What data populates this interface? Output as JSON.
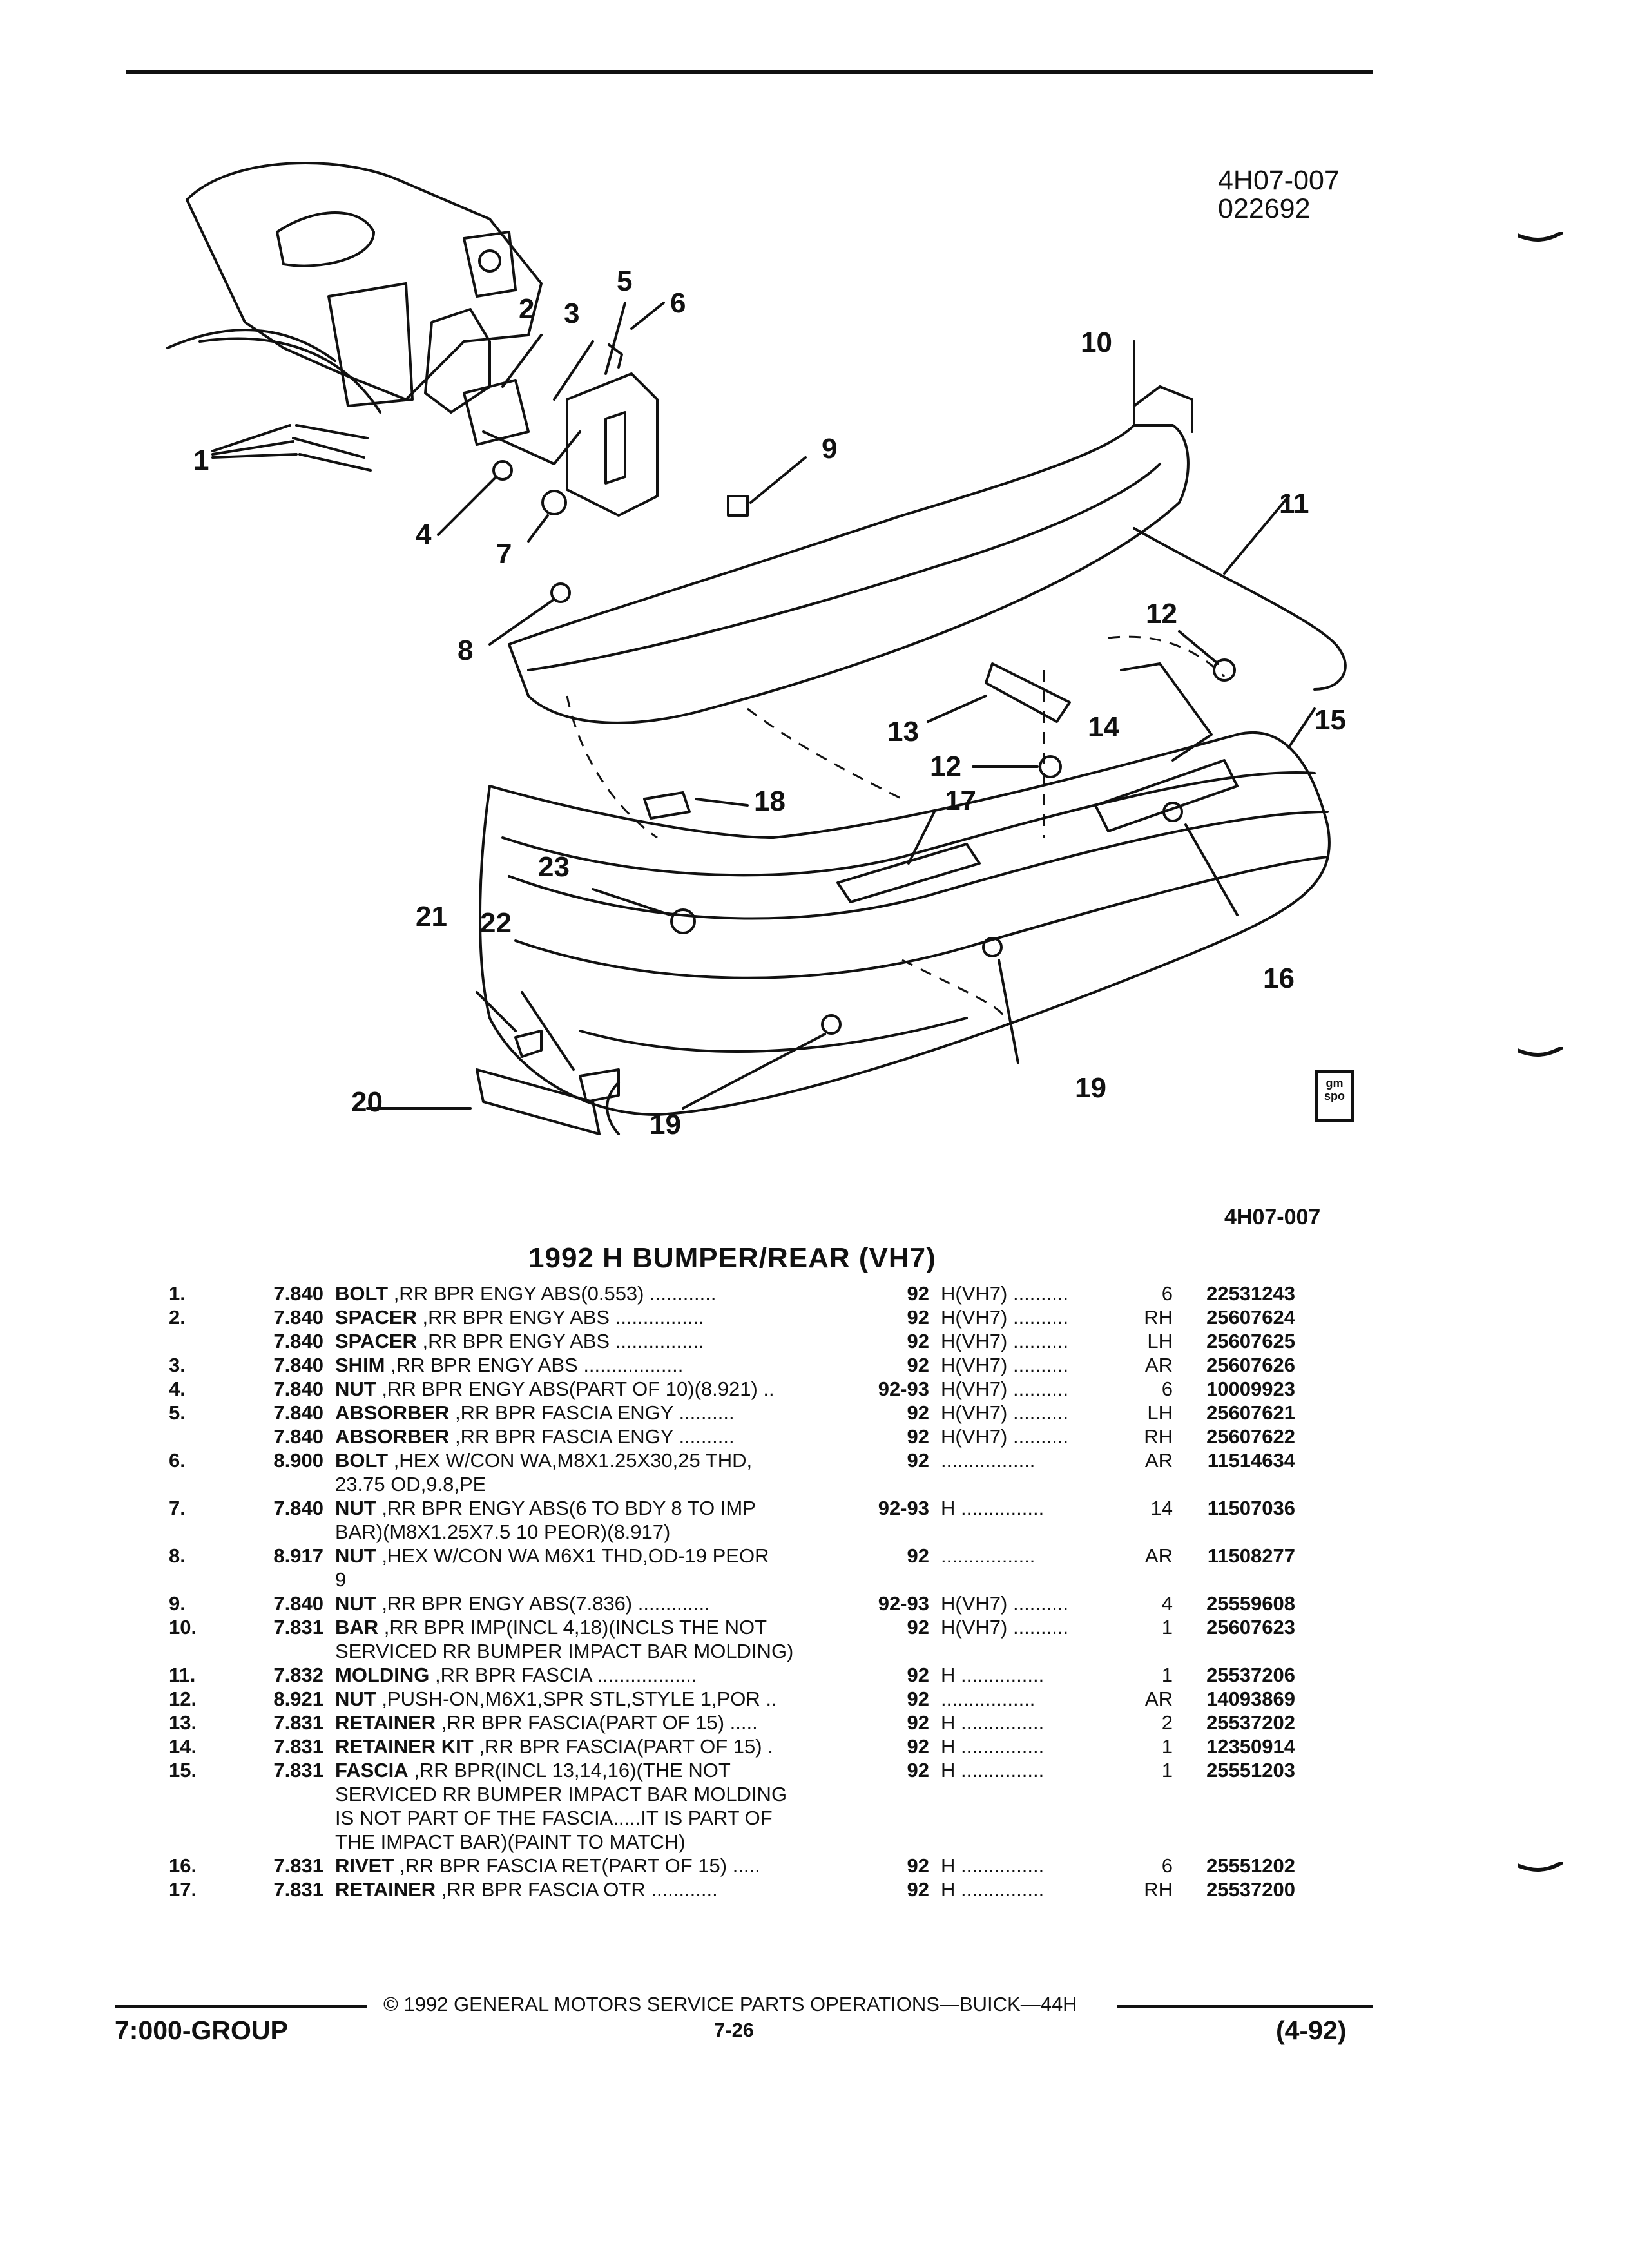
{
  "header": {
    "code_line1": "4H07-007",
    "code_line2": "022692"
  },
  "diagram": {
    "callouts": [
      "1",
      "2",
      "3",
      "4",
      "5",
      "6",
      "7",
      "8",
      "9",
      "10",
      "11",
      "12",
      "12",
      "13",
      "14",
      "15",
      "16",
      "17",
      "18",
      "19",
      "19",
      "20",
      "21",
      "22",
      "23"
    ],
    "code": "4H07-007",
    "badge_text": "gm spo"
  },
  "section_title": "1992 H BUMPER/REAR (VH7)",
  "parts": [
    {
      "num": "1.",
      "grp": "7.840",
      "name": "BOLT",
      "desc": " ,RR BPR ENGY ABS(0.553)",
      "dots": " ............",
      "yr": "92",
      "opt": "H(VH7) ..........",
      "qty": "6",
      "part": "22531243"
    },
    {
      "num": "2.",
      "grp": "7.840",
      "name": "SPACER",
      "desc": " ,RR BPR ENGY ABS",
      "dots": " ................",
      "yr": "92",
      "opt": "H(VH7) ..........",
      "qty": "RH",
      "part": "25607624"
    },
    {
      "num": "",
      "grp": "7.840",
      "name": "SPACER",
      "desc": " ,RR BPR ENGY ABS",
      "dots": " ................",
      "yr": "92",
      "opt": "H(VH7) ..........",
      "qty": "LH",
      "part": "25607625"
    },
    {
      "num": "3.",
      "grp": "7.840",
      "name": "SHIM",
      "desc": " ,RR BPR ENGY ABS",
      "dots": " ..................",
      "yr": "92",
      "opt": "H(VH7) ..........",
      "qty": "AR",
      "part": "25607626"
    },
    {
      "num": "4.",
      "grp": "7.840",
      "name": "NUT",
      "desc": " ,RR BPR ENGY ABS(PART OF 10)(8.921)",
      "dots": " ..",
      "yr": "92-93",
      "opt": "H(VH7) ..........",
      "qty": "6",
      "part": "10009923"
    },
    {
      "num": "5.",
      "grp": "7.840",
      "name": "ABSORBER",
      "desc": " ,RR BPR FASCIA ENGY",
      "dots": " ..........",
      "yr": "92",
      "opt": "H(VH7) ..........",
      "qty": "LH",
      "part": "25607621"
    },
    {
      "num": "",
      "grp": "7.840",
      "name": "ABSORBER",
      "desc": " ,RR BPR FASCIA ENGY",
      "dots": " ..........",
      "yr": "92",
      "opt": "H(VH7) ..........",
      "qty": "RH",
      "part": "25607622"
    },
    {
      "num": "6.",
      "grp": "8.900",
      "name": "BOLT",
      "desc": " ,HEX W/CON WA,M8X1.25X30,25 THD,",
      "dots": "",
      "yr": "92",
      "opt": ".................",
      "qty": "AR",
      "part": "11514634"
    },
    {
      "num": "",
      "grp": "",
      "name": "",
      "desc": "23.75 OD,9.8,PE",
      "dots": "",
      "yr": "",
      "opt": "",
      "qty": "",
      "part": ""
    },
    {
      "num": "7.",
      "grp": "7.840",
      "name": "NUT",
      "desc": " ,RR BPR ENGY ABS(6 TO BDY 8 TO IMP",
      "dots": "",
      "yr": "92-93",
      "opt": "H ...............",
      "qty": "14",
      "part": "11507036"
    },
    {
      "num": "",
      "grp": "",
      "name": "",
      "desc": "BAR)(M8X1.25X7.5 10 PEOR)(8.917)",
      "dots": "",
      "yr": "",
      "opt": "",
      "qty": "",
      "part": ""
    },
    {
      "num": "8.",
      "grp": "8.917",
      "name": "NUT",
      "desc": " ,HEX W/CON WA M6X1 THD,OD-19 PEOR",
      "dots": "",
      "yr": "92",
      "opt": ".................",
      "qty": "AR",
      "part": "11508277"
    },
    {
      "num": "",
      "grp": "",
      "name": "",
      "desc": "9",
      "dots": "",
      "yr": "",
      "opt": "",
      "qty": "",
      "part": ""
    },
    {
      "num": "9.",
      "grp": "7.840",
      "name": "NUT",
      "desc": " ,RR BPR ENGY ABS(7.836)",
      "dots": " .............",
      "yr": "92-93",
      "opt": "H(VH7) ..........",
      "qty": "4",
      "part": "25559608"
    },
    {
      "num": "10.",
      "grp": "7.831",
      "name": "BAR",
      "desc": " ,RR BPR IMP(INCL 4,18)(INCLS THE NOT",
      "dots": "",
      "yr": "92",
      "opt": "H(VH7) ..........",
      "qty": "1",
      "part": "25607623"
    },
    {
      "num": "",
      "grp": "",
      "name": "",
      "desc": "SERVICED RR BUMPER IMPACT BAR MOLDING)",
      "dots": "",
      "yr": "",
      "opt": "",
      "qty": "",
      "part": ""
    },
    {
      "num": "11.",
      "grp": "7.832",
      "name": "MOLDING",
      "desc": " ,RR BPR FASCIA",
      "dots": " ..................",
      "yr": "92",
      "opt": "H ...............",
      "qty": "1",
      "part": "25537206"
    },
    {
      "num": "12.",
      "grp": "8.921",
      "name": "NUT",
      "desc": " ,PUSH-ON,M6X1,SPR STL,STYLE 1,POR",
      "dots": " ..",
      "yr": "92",
      "opt": ".................",
      "qty": "AR",
      "part": "14093869"
    },
    {
      "num": "13.",
      "grp": "7.831",
      "name": "RETAINER",
      "desc": " ,RR BPR FASCIA(PART OF 15)",
      "dots": " .....",
      "yr": "92",
      "opt": "H ...............",
      "qty": "2",
      "part": "25537202"
    },
    {
      "num": "14.",
      "grp": "7.831",
      "name": "RETAINER KIT",
      "desc": " ,RR BPR FASCIA(PART OF 15)",
      "dots": " .",
      "yr": "92",
      "opt": "H ...............",
      "qty": "1",
      "part": "12350914"
    },
    {
      "num": "15.",
      "grp": "7.831",
      "name": "FASCIA",
      "desc": " ,RR BPR(INCL 13,14,16)(THE NOT",
      "dots": "",
      "yr": "92",
      "opt": "H ...............",
      "qty": "1",
      "part": "25551203"
    },
    {
      "num": "",
      "grp": "",
      "name": "",
      "desc": "SERVICED RR BUMPER IMPACT BAR MOLDING",
      "dots": "",
      "yr": "",
      "opt": "",
      "qty": "",
      "part": ""
    },
    {
      "num": "",
      "grp": "",
      "name": "",
      "desc": "IS NOT PART OF THE FASCIA.....IT IS PART OF",
      "dots": "",
      "yr": "",
      "opt": "",
      "qty": "",
      "part": ""
    },
    {
      "num": "",
      "grp": "",
      "name": "",
      "desc": "THE IMPACT BAR)(PAINT TO MATCH)",
      "dots": "",
      "yr": "",
      "opt": "",
      "qty": "",
      "part": ""
    },
    {
      "num": "16.",
      "grp": "7.831",
      "name": "RIVET",
      "desc": " ,RR BPR FASCIA RET(PART OF 15)",
      "dots": " .....",
      "yr": "92",
      "opt": "H ...............",
      "qty": "6",
      "part": "25551202"
    },
    {
      "num": "17.",
      "grp": "7.831",
      "name": "RETAINER",
      "desc": " ,RR BPR FASCIA OTR",
      "dots": " ............",
      "yr": "92",
      "opt": "H ...............",
      "qty": "RH",
      "part": "25537200"
    }
  ],
  "footer": {
    "copyright": "©  1992  GENERAL MOTORS SERVICE PARTS OPERATIONS—BUICK—44H",
    "group": "7:000-GROUP",
    "page": "7-26",
    "date": "(4-92)"
  }
}
